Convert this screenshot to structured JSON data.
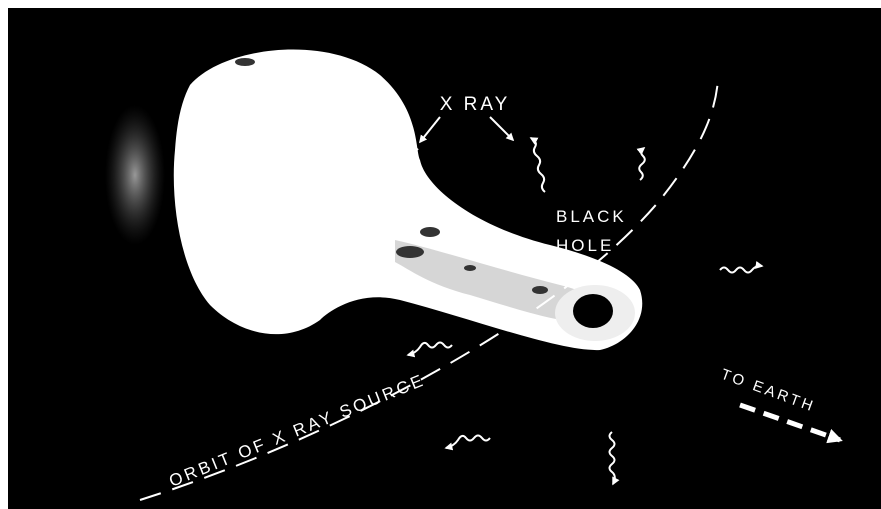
{
  "labels": {
    "x_ray": "X RAY",
    "black_hole_line1": "BLACK",
    "black_hole_line2": "HOLE",
    "to_earth": "TO EARTH",
    "orbit": "ORBIT OF X RAY SOURCE"
  },
  "colors": {
    "background": "#000000",
    "star": "#ffffff",
    "accretion_disk": "#e8e8e8",
    "black_hole": "#000000",
    "text": "#ffffff",
    "page": "#ffffff"
  }
}
